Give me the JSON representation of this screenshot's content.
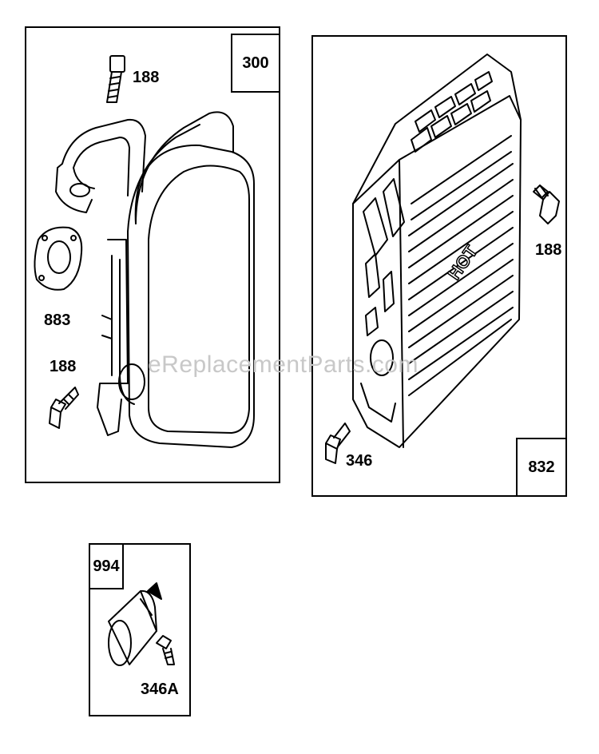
{
  "panels": {
    "muffler": {
      "id": "300",
      "parts": {
        "top_bolt": "188",
        "gasket": "883",
        "lower_bolt": "188"
      }
    },
    "guard": {
      "id": "832",
      "parts": {
        "side_bolt": "188",
        "lower_bolt": "346"
      },
      "embossed_text": "HOT"
    },
    "arrester": {
      "id": "994",
      "parts": {
        "screw": "346A"
      }
    }
  },
  "watermark": "eReplacementParts.com"
}
